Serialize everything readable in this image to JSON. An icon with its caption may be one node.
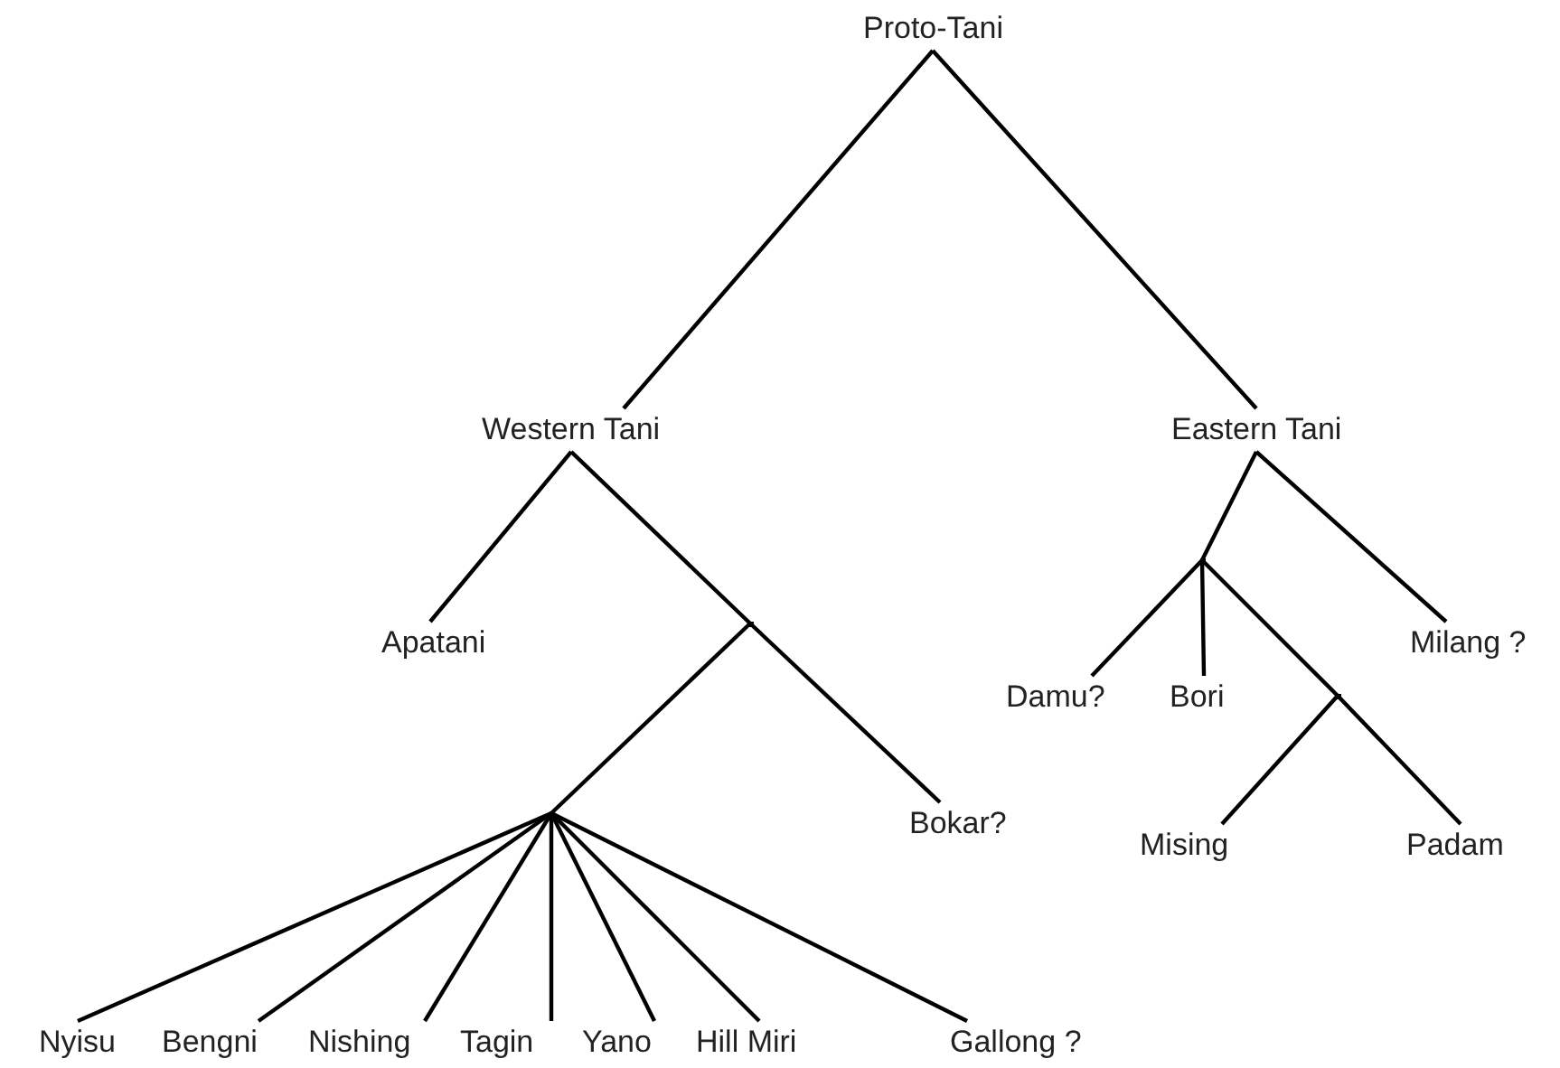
{
  "diagram": {
    "nodes": [
      {
        "text": [
          "Proto-Tani"
        ]
      },
      {
        "text": [
          "Western Tani"
        ]
      },
      {
        "text": [
          "Eastern Tani"
        ]
      },
      {
        "text": [
          "Apatani"
        ]
      },
      {
        "text": [],
        "shape": "point"
      },
      {
        "text": [],
        "shape": "point"
      },
      {
        "text": [
          "Milang ?"
        ]
      },
      {
        "text": [
          "Damu?"
        ]
      },
      {
        "text": [
          "Bori"
        ]
      },
      {
        "text": [],
        "shape": "point"
      },
      {
        "text": [],
        "shape": "point"
      },
      {
        "text": [
          "Bokar?"
        ]
      },
      {
        "text": [
          "Mising"
        ]
      },
      {
        "text": [
          "Padam"
        ]
      },
      {
        "text": [
          "Nyisu"
        ]
      },
      {
        "text": [
          "Bengni"
        ]
      },
      {
        "text": [
          "Nishing"
        ]
      },
      {
        "text": [
          "Tagin"
        ]
      },
      {
        "text": [
          "Yano"
        ]
      },
      {
        "text": [
          "Hill Miri"
        ]
      },
      {
        "text": [
          "Gallong ?"
        ]
      }
    ],
    "edges": [
      {
        "from": 0,
        "to": 1,
        "arrow": "none"
      },
      {
        "from": 0,
        "to": 2,
        "arrow": "none"
      },
      {
        "from": 1,
        "to": 3,
        "arrow": "none"
      },
      {
        "from": 1,
        "to": 4,
        "arrow": "none"
      },
      {
        "from": 2,
        "to": 5,
        "arrow": "none"
      },
      {
        "from": 2,
        "to": 6,
        "arrow": "none"
      },
      {
        "from": 5,
        "to": 7,
        "arrow": "none"
      },
      {
        "from": 5,
        "to": 8,
        "arrow": "none"
      },
      {
        "from": 5,
        "to": 9,
        "arrow": "none"
      },
      {
        "from": 4,
        "to": 10,
        "arrow": "none"
      },
      {
        "from": 4,
        "to": 11,
        "arrow": "none"
      },
      {
        "from": 9,
        "to": 12,
        "arrow": "none"
      },
      {
        "from": 9,
        "to": 13,
        "arrow": "none"
      },
      {
        "from": 10,
        "to": 14,
        "arrow": "none"
      },
      {
        "from": 10,
        "to": 15,
        "arrow": "none"
      },
      {
        "from": 10,
        "to": 16,
        "arrow": "none"
      },
      {
        "from": 10,
        "to": 17,
        "arrow": "none"
      },
      {
        "from": 10,
        "to": 18,
        "arrow": "none"
      },
      {
        "from": 10,
        "to": 19,
        "arrow": "none"
      },
      {
        "from": 10,
        "to": 20,
        "arrow": "none"
      }
    ]
  }
}
